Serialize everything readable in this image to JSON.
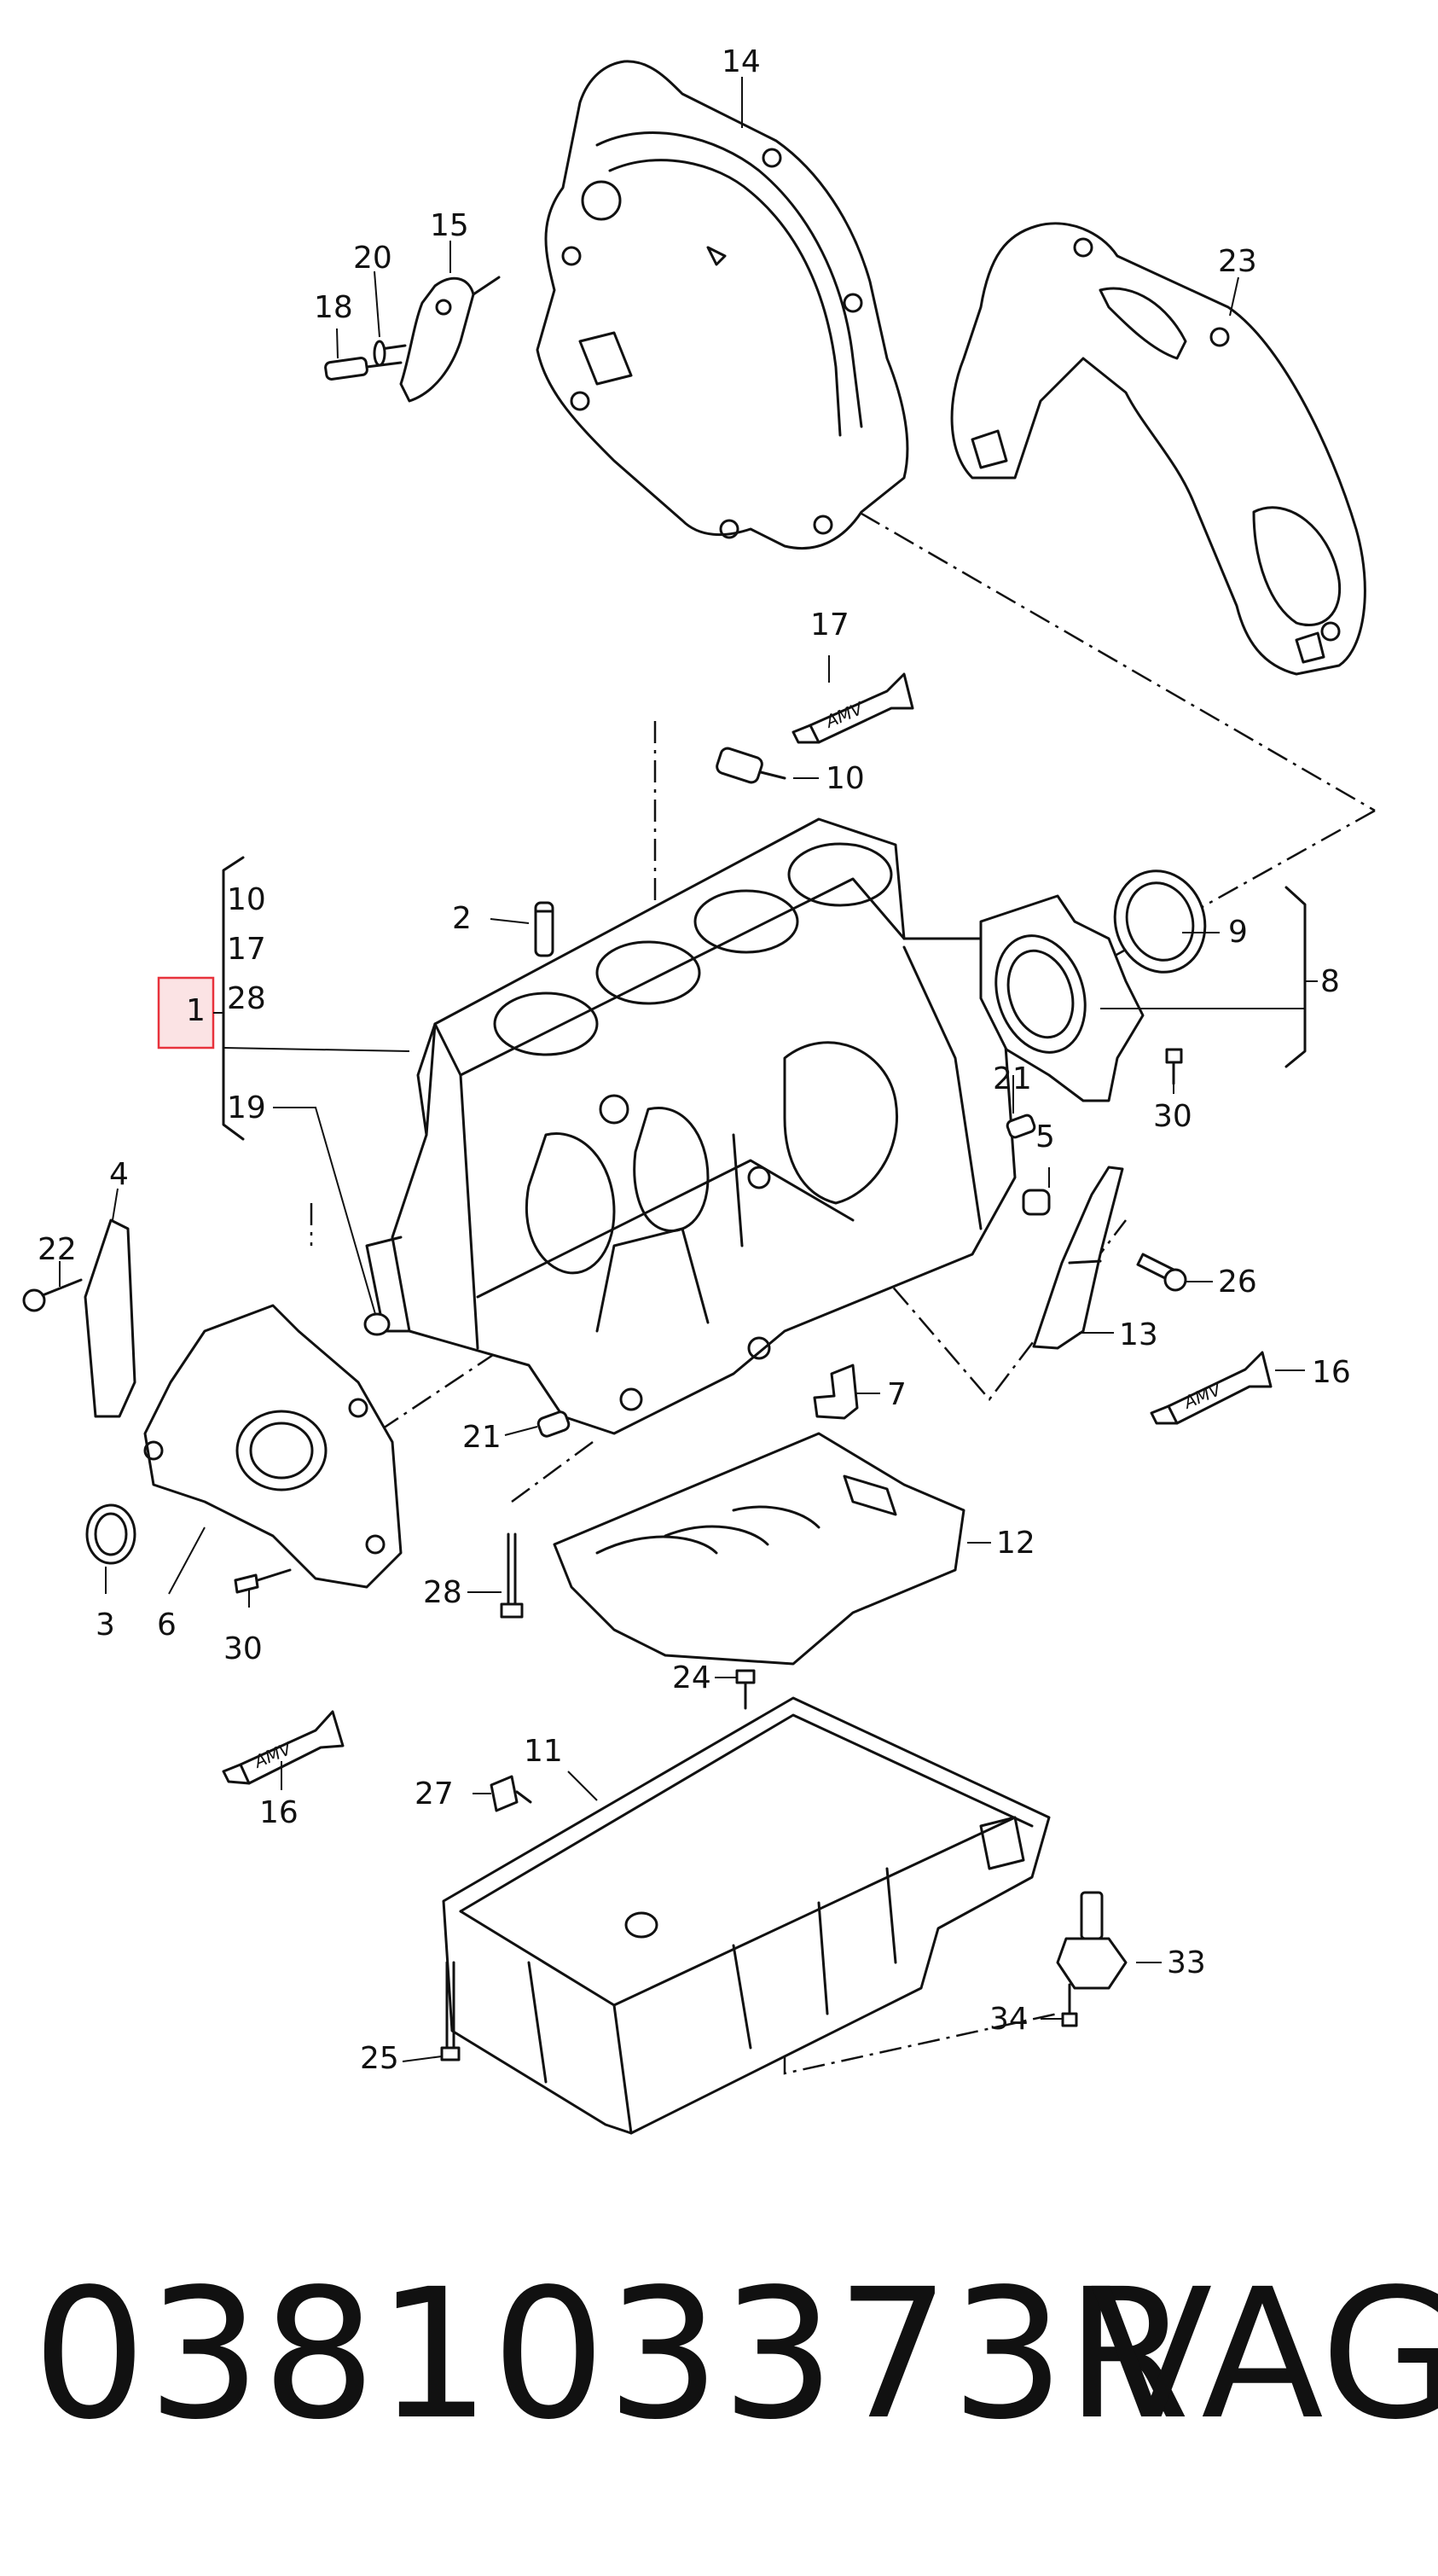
{
  "diagram": {
    "callouts": [
      {
        "id": "c1",
        "text": "1",
        "highlight": true
      },
      {
        "id": "c2",
        "text": "2"
      },
      {
        "id": "c3",
        "text": "3"
      },
      {
        "id": "c4",
        "text": "4"
      },
      {
        "id": "c5",
        "text": "5"
      },
      {
        "id": "c6",
        "text": "6"
      },
      {
        "id": "c7",
        "text": "7"
      },
      {
        "id": "c8",
        "text": "8"
      },
      {
        "id": "c9",
        "text": "9"
      },
      {
        "id": "c10a",
        "text": "10"
      },
      {
        "id": "c10b",
        "text": "10"
      },
      {
        "id": "c11",
        "text": "11"
      },
      {
        "id": "c12",
        "text": "12"
      },
      {
        "id": "c13",
        "text": "13"
      },
      {
        "id": "c14",
        "text": "14"
      },
      {
        "id": "c15",
        "text": "15"
      },
      {
        "id": "c16a",
        "text": "16"
      },
      {
        "id": "c16b",
        "text": "16"
      },
      {
        "id": "c17a",
        "text": "17"
      },
      {
        "id": "c17b",
        "text": "17"
      },
      {
        "id": "c18",
        "text": "18"
      },
      {
        "id": "c19",
        "text": "19"
      },
      {
        "id": "c20",
        "text": "20"
      },
      {
        "id": "c21a",
        "text": "21"
      },
      {
        "id": "c21b",
        "text": "21"
      },
      {
        "id": "c22",
        "text": "22"
      },
      {
        "id": "c23",
        "text": "23"
      },
      {
        "id": "c24",
        "text": "24"
      },
      {
        "id": "c25",
        "text": "25"
      },
      {
        "id": "c26",
        "text": "26"
      },
      {
        "id": "c27",
        "text": "27"
      },
      {
        "id": "c28a",
        "text": "28"
      },
      {
        "id": "c28b",
        "text": "28"
      },
      {
        "id": "c30a",
        "text": "30"
      },
      {
        "id": "c30b",
        "text": "30"
      },
      {
        "id": "c33",
        "text": "33"
      },
      {
        "id": "c34",
        "text": "34"
      }
    ],
    "sealant_label": "AMV",
    "highlight_color": "#e8323c",
    "line_color": "#111111"
  },
  "footer": {
    "part_number": "038103373R",
    "brand": "VAG"
  }
}
